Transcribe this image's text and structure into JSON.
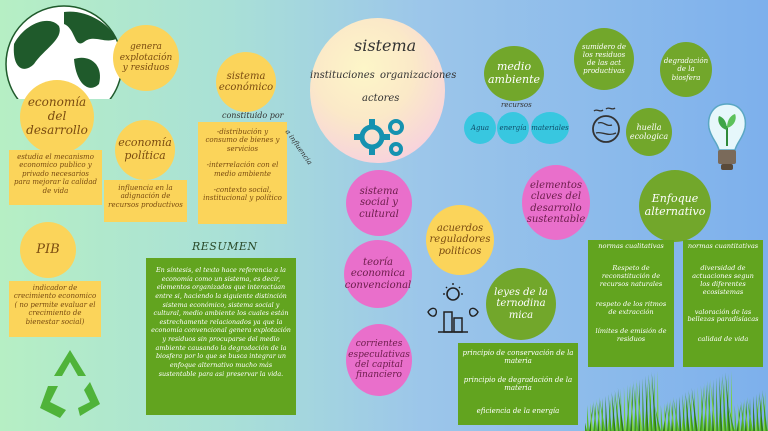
{
  "nodes": {
    "economia_desarrollo": "economía del desarrollo",
    "genera_explotacion": "genera explotación y residuos",
    "economia_politica": "economía política",
    "sistema_economico": "sistema económico",
    "constituido_por": "constituido por",
    "a_influencia": "a influencia",
    "sistema": "sistema",
    "instituciones": "instituciones",
    "organizaciones": "organizaciones",
    "actores": "actores",
    "medio_ambiente": "medio ambiente",
    "recursos": "recursos",
    "agua": "Agua",
    "energia": "energía",
    "materiales": "materiales",
    "sumidero": "sumidero de los residuos de las act productivas",
    "degradacion_biosfera": "degradación de la biosfera",
    "huella_ecologica": "huella ecologica",
    "enfoque_alternativo": "Enfoque alternativo",
    "sistema_social": "sistema social y cultural",
    "elementos_claves": "elementos claves del desarrollo sustentable",
    "acuerdos": "acuerdos reguladores politicos",
    "teoria": "teoría economica convencional",
    "leyes": "leyes de la ternodina mica",
    "corrientes": "corrientes especulativas del capital financiero",
    "pib": "PIB",
    "resumen_title": "RESUMEN"
  },
  "boxes": {
    "estudia": "estudia el mecanismo economico publico y privado necesarios para mejorar la calidad de vida",
    "influencia": "influencia en la adignación de recursos productivos",
    "distribucion_1": "-distribución y consumo de bienes y servicios",
    "distribucion_2": "-interrelación con el medio ambiente",
    "distribucion_3": "-contexto social, institucional y político",
    "pib_desc": "indicador de crecimiento economico ( no permite evaluar el crecimiento de bienestar social)",
    "resumen": "En síntesis, el texto hace referencia a la economía como un sistema, es decir, elementos organizados que interactúan entre si, haciendo la siguiente distinción sistema económico, sistema social y cultural, medio ambiente los cuales están estrechamente relacionados ya que la economía convencional genera explotación y residuos sin procuparse del medio ambiente causando la degradación de la biosfera por lo que se busca integrar un enfoque alternativo mucho más sustentable para asi preservar la vida.",
    "principios": [
      "principio de conservación de la materia",
      "principio de degradación de la materia",
      "eficiencia de la energía"
    ],
    "normas_cualitativas_title": "normas cualitativas",
    "normas_cualitativas": [
      "Respeto de reconstitución de recursos naturales",
      "respeto de los ritmos de extracción",
      "límites de emisión de residuos"
    ],
    "normas_cuantitativas_title": "normas cuantitativas",
    "normas_cuantitativas": [
      "diversidad de actuaciones segun los diferentes ecosistemas",
      "valoración de las bellezas paradisíacas",
      "calidad de vida"
    ]
  },
  "colors": {
    "yellow": "#fbd45a",
    "green": "#72a72b",
    "pink": "#e96fcb",
    "cyan": "#38c7e0"
  },
  "icons": [
    "globe-icon",
    "gears-icon",
    "world-hand-icon",
    "lightbulb-plant-icon",
    "recycle-icon",
    "city-sun-icon",
    "grass-icon"
  ]
}
